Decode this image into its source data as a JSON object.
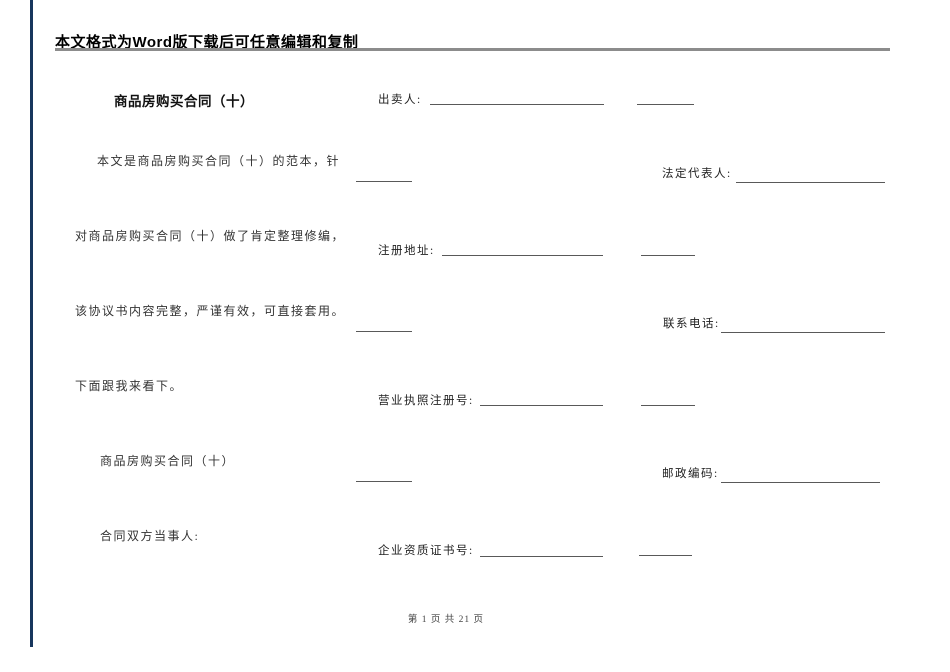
{
  "header": {
    "notice": "本文格式为Word版下载后可任意编辑和复制"
  },
  "title": "商品房购买合同（十）",
  "paragraphs": [
    "本文是商品房购买合同（十）的范本，针",
    "对商品房购买合同（十）做了肯定整理修编，",
    "该协议书内容完整，严谨有效，可直接套用。",
    "下面跟我来看下。",
    "商品房购买合同（十）",
    "合同双方当事人:"
  ],
  "form": {
    "fields": [
      {
        "label": "出卖人:",
        "value": ""
      },
      {
        "label": "法定代表人:",
        "value": ""
      },
      {
        "label": "注册地址:",
        "value": ""
      },
      {
        "label": "联系电话:",
        "value": ""
      },
      {
        "label": "营业执照注册号:",
        "value": ""
      },
      {
        "label": "邮政编码:",
        "value": ""
      },
      {
        "label": "企业资质证书号:",
        "value": ""
      }
    ]
  },
  "footer": {
    "page_info": "第 1 页 共 21 页"
  },
  "colors": {
    "accent_bar": "#17365d",
    "header_rule": "#8c8c8c",
    "field_line": "#595959"
  }
}
